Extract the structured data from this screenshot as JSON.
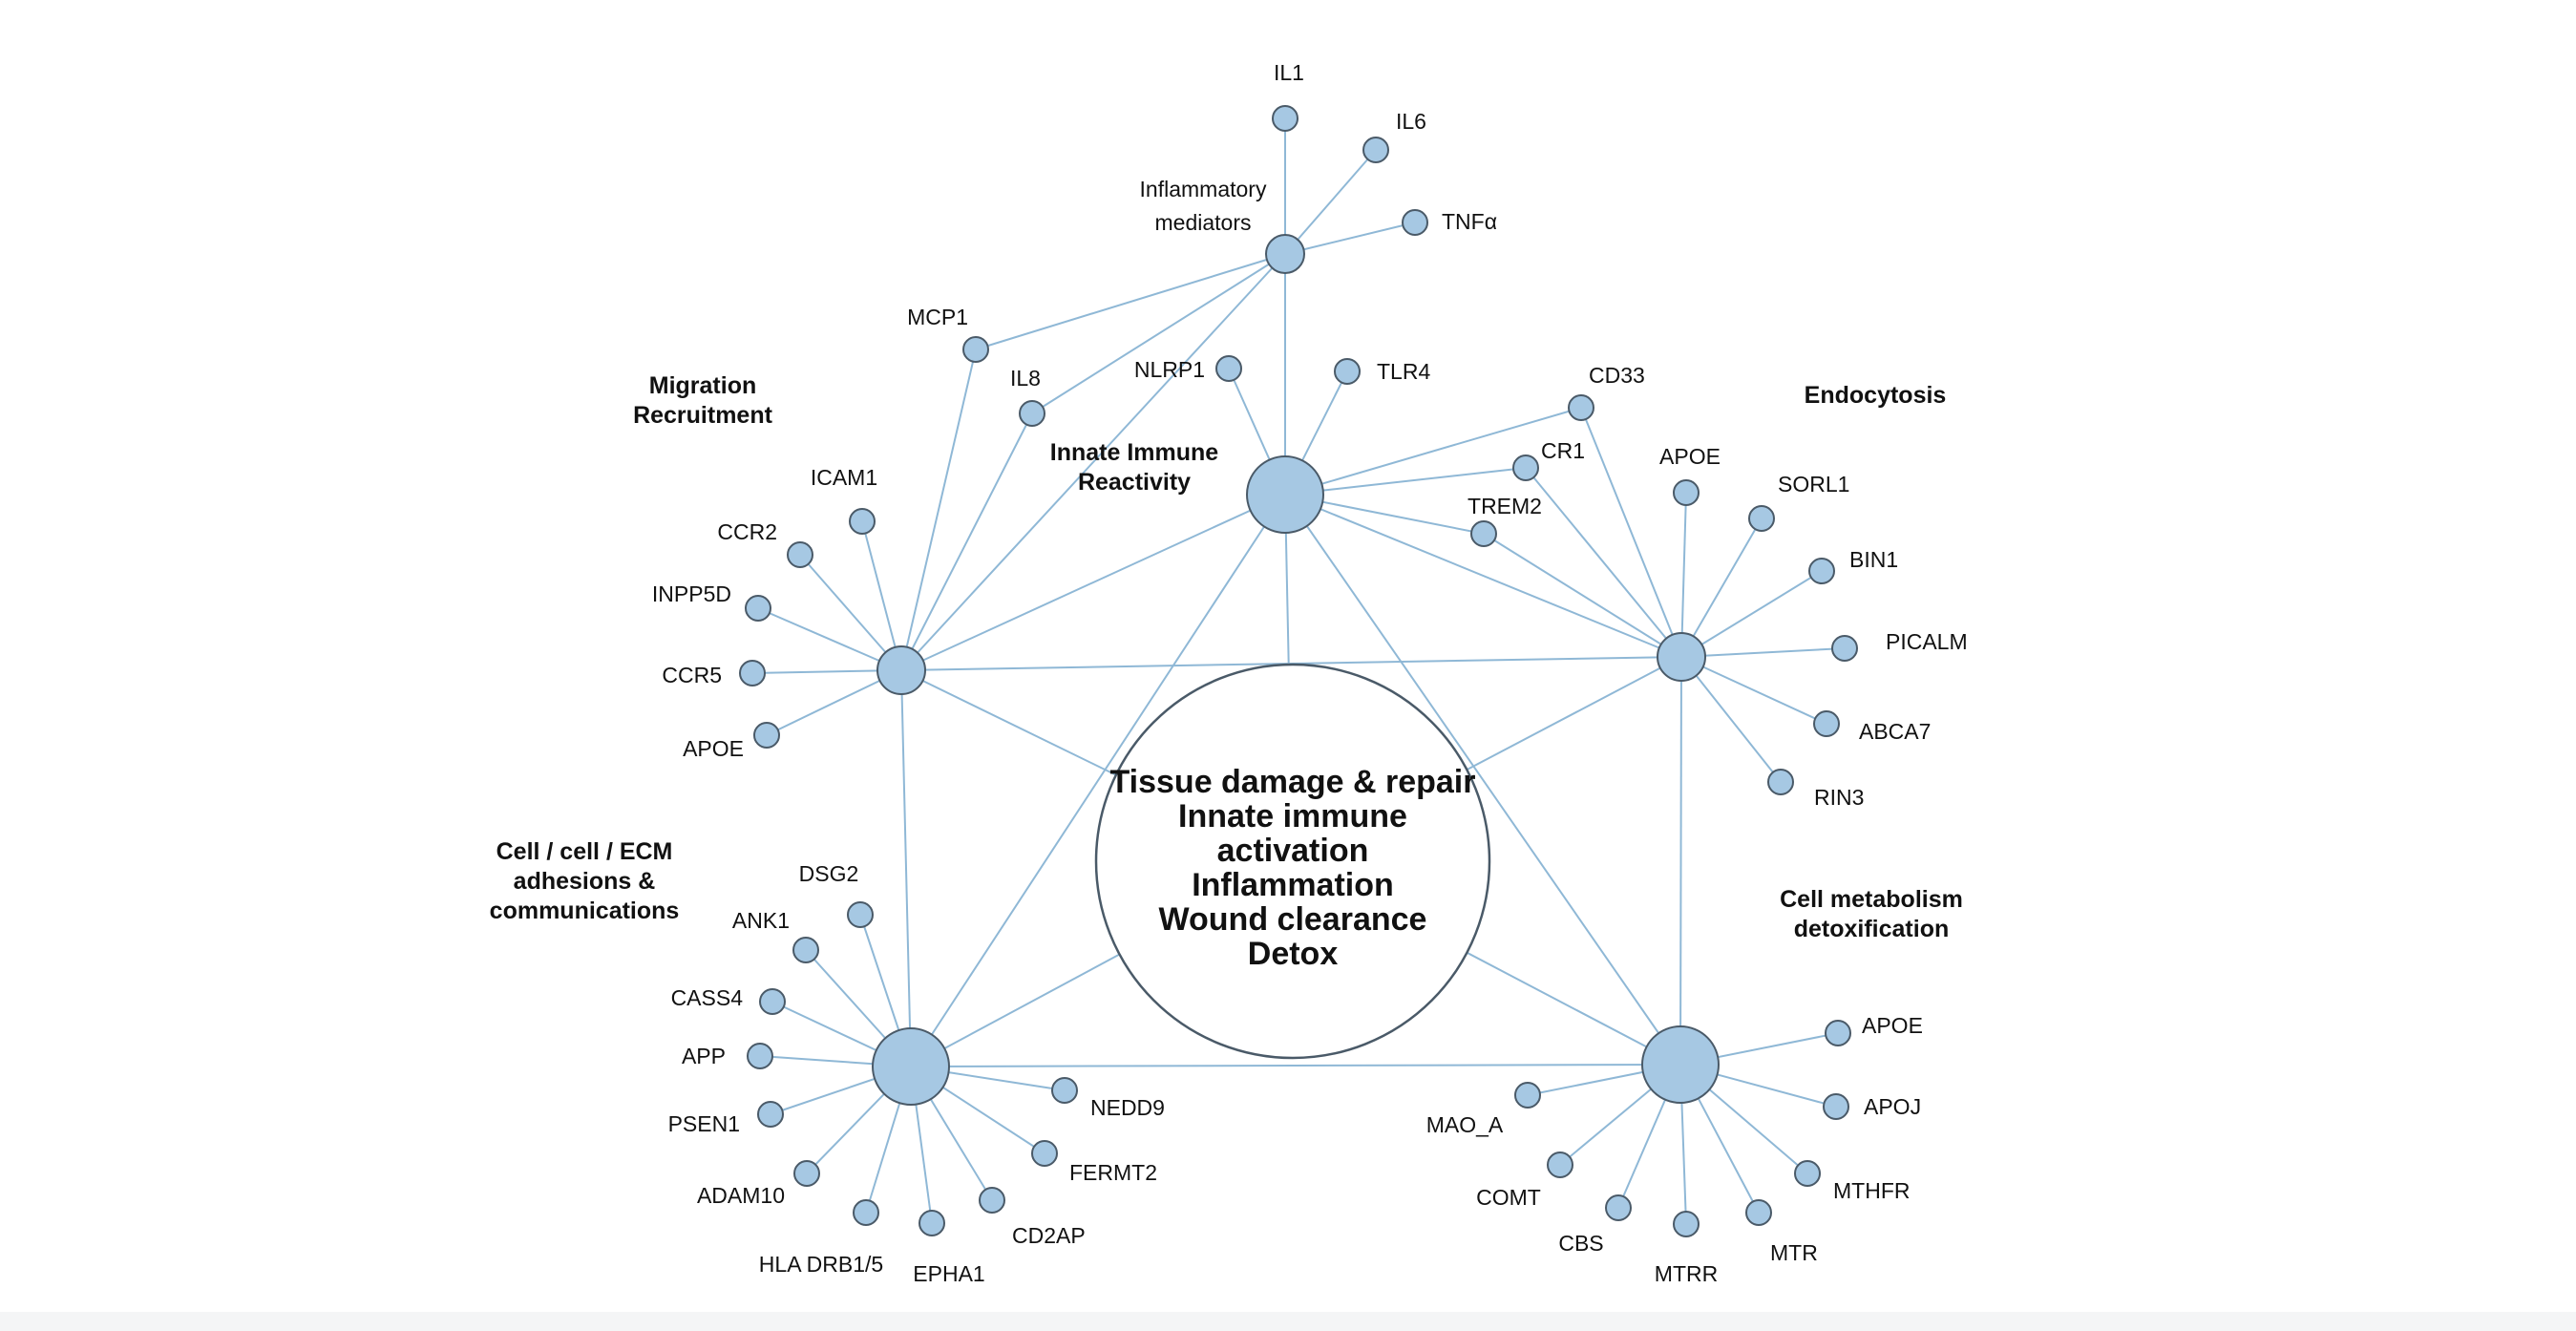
{
  "center": {
    "lines": [
      "Tissue damage & repair",
      "Innate immune",
      "activation",
      "Inflammation",
      "Wound clearance",
      "Detox"
    ]
  },
  "hubs": [
    {
      "id": "inflammatory",
      "label_lines": [
        "Inflammatory",
        "mediators"
      ],
      "bold": false
    },
    {
      "id": "innate",
      "label_lines": [
        "Innate Immune",
        "Reactivity"
      ],
      "bold": true
    },
    {
      "id": "migration",
      "label_lines": [
        "Migration",
        "Recruitment"
      ],
      "bold": true
    },
    {
      "id": "endocytosis",
      "label_lines": [
        "Endocytosis"
      ],
      "bold": true
    },
    {
      "id": "adhesion",
      "label_lines": [
        "Cell / cell / ECM",
        "adhesions &",
        "communications"
      ],
      "bold": true
    },
    {
      "id": "metabolism",
      "label_lines": [
        "Cell metabolism",
        "detoxification"
      ],
      "bold": true
    }
  ],
  "genes": [
    {
      "id": "il1",
      "label": "IL1"
    },
    {
      "id": "il6",
      "label": "IL6"
    },
    {
      "id": "tnfa",
      "label": "TNFα"
    },
    {
      "id": "mcp1",
      "label": "MCP1"
    },
    {
      "id": "il8",
      "label": "IL8"
    },
    {
      "id": "nlrp1",
      "label": "NLRP1"
    },
    {
      "id": "tlr4",
      "label": "TLR4"
    },
    {
      "id": "cd33",
      "label": "CD33"
    },
    {
      "id": "cr1",
      "label": "CR1"
    },
    {
      "id": "trem2",
      "label": "TREM2"
    },
    {
      "id": "icam1",
      "label": "ICAM1"
    },
    {
      "id": "ccr2",
      "label": "CCR2"
    },
    {
      "id": "inpp5d",
      "label": "INPP5D"
    },
    {
      "id": "ccr5",
      "label": "CCR5"
    },
    {
      "id": "apoe_m",
      "label": "APOE"
    },
    {
      "id": "apoe_e",
      "label": "APOE"
    },
    {
      "id": "sorl1",
      "label": "SORL1"
    },
    {
      "id": "bin1",
      "label": "BIN1"
    },
    {
      "id": "picalm",
      "label": "PICALM"
    },
    {
      "id": "abca7",
      "label": "ABCA7"
    },
    {
      "id": "rin3",
      "label": "RIN3"
    },
    {
      "id": "dsg2",
      "label": "DSG2"
    },
    {
      "id": "ank1",
      "label": "ANK1"
    },
    {
      "id": "cass4",
      "label": "CASS4"
    },
    {
      "id": "app",
      "label": "APP"
    },
    {
      "id": "psen1",
      "label": "PSEN1"
    },
    {
      "id": "adam10",
      "label": "ADAM10"
    },
    {
      "id": "hla",
      "label": "HLA DRB1/5"
    },
    {
      "id": "epha1",
      "label": "EPHA1"
    },
    {
      "id": "cd2ap",
      "label": "CD2AP"
    },
    {
      "id": "fermt2",
      "label": "FERMT2"
    },
    {
      "id": "nedd9",
      "label": "NEDD9"
    },
    {
      "id": "apoe_c",
      "label": "APOE"
    },
    {
      "id": "apoj",
      "label": "APOJ"
    },
    {
      "id": "mthfr",
      "label": "MTHFR"
    },
    {
      "id": "mtr",
      "label": "MTR"
    },
    {
      "id": "mtrr",
      "label": "MTRR"
    },
    {
      "id": "cbs",
      "label": "CBS"
    },
    {
      "id": "comt",
      "label": "COMT"
    },
    {
      "id": "mao_a",
      "label": "MAO_A"
    }
  ],
  "edges": [
    [
      "inflammatory",
      "il1"
    ],
    [
      "inflammatory",
      "il6"
    ],
    [
      "inflammatory",
      "tnfa"
    ],
    [
      "inflammatory",
      "mcp1"
    ],
    [
      "inflammatory",
      "il8"
    ],
    [
      "inflammatory",
      "migration"
    ],
    [
      "inflammatory",
      "innate"
    ],
    [
      "innate",
      "nlrp1"
    ],
    [
      "innate",
      "tlr4"
    ],
    [
      "innate",
      "cd33"
    ],
    [
      "innate",
      "cr1"
    ],
    [
      "innate",
      "trem2"
    ],
    [
      "innate",
      "migration"
    ],
    [
      "innate",
      "endocytosis"
    ],
    [
      "innate",
      "adhesion"
    ],
    [
      "innate",
      "metabolism"
    ],
    [
      "innate",
      "center"
    ],
    [
      "migration",
      "mcp1"
    ],
    [
      "migration",
      "il8"
    ],
    [
      "migration",
      "icam1"
    ],
    [
      "migration",
      "ccr2"
    ],
    [
      "migration",
      "inpp5d"
    ],
    [
      "migration",
      "ccr5"
    ],
    [
      "migration",
      "apoe_m"
    ],
    [
      "migration",
      "endocytosis"
    ],
    [
      "migration",
      "adhesion"
    ],
    [
      "migration",
      "center"
    ],
    [
      "endocytosis",
      "cd33"
    ],
    [
      "endocytosis",
      "cr1"
    ],
    [
      "endocytosis",
      "trem2"
    ],
    [
      "endocytosis",
      "apoe_e"
    ],
    [
      "endocytosis",
      "sorl1"
    ],
    [
      "endocytosis",
      "bin1"
    ],
    [
      "endocytosis",
      "picalm"
    ],
    [
      "endocytosis",
      "abca7"
    ],
    [
      "endocytosis",
      "rin3"
    ],
    [
      "endocytosis",
      "metabolism"
    ],
    [
      "endocytosis",
      "center"
    ],
    [
      "adhesion",
      "dsg2"
    ],
    [
      "adhesion",
      "ank1"
    ],
    [
      "adhesion",
      "cass4"
    ],
    [
      "adhesion",
      "app"
    ],
    [
      "adhesion",
      "psen1"
    ],
    [
      "adhesion",
      "adam10"
    ],
    [
      "adhesion",
      "hla"
    ],
    [
      "adhesion",
      "epha1"
    ],
    [
      "adhesion",
      "cd2ap"
    ],
    [
      "adhesion",
      "fermt2"
    ],
    [
      "adhesion",
      "nedd9"
    ],
    [
      "adhesion",
      "metabolism"
    ],
    [
      "adhesion",
      "center"
    ],
    [
      "metabolism",
      "apoe_c"
    ],
    [
      "metabolism",
      "apoj"
    ],
    [
      "metabolism",
      "mthfr"
    ],
    [
      "metabolism",
      "mtr"
    ],
    [
      "metabolism",
      "mtrr"
    ],
    [
      "metabolism",
      "cbs"
    ],
    [
      "metabolism",
      "comt"
    ],
    [
      "metabolism",
      "mao_a"
    ],
    [
      "metabolism",
      "center"
    ]
  ]
}
